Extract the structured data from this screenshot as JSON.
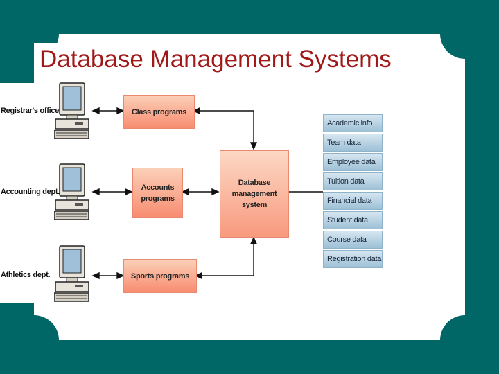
{
  "slide": {
    "title": "Database Management Systems"
  },
  "users": [
    {
      "label": "Registrar's office"
    },
    {
      "label": "Accounting dept."
    },
    {
      "label": "Athletics dept."
    }
  ],
  "programs": [
    {
      "label": "Class programs"
    },
    {
      "label": "Accounts programs"
    },
    {
      "label": "Sports programs"
    }
  ],
  "dbms": {
    "label": "Database management system"
  },
  "data_files": [
    "Academic info",
    "Team data",
    "Employee data",
    "Tuition data",
    "Financial data",
    "Student data",
    "Course data",
    "Registration data"
  ],
  "colors": {
    "background": "#006666",
    "title": "#a01818",
    "program_box": "#f88c70",
    "data_cell": "#9dc0d6"
  }
}
